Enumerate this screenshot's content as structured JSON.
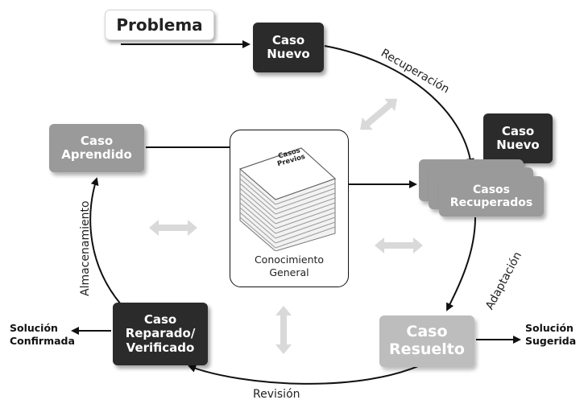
{
  "problem": {
    "label": "Problema"
  },
  "nodes": {
    "new_case_top": "Caso\nNuevo",
    "new_case_right": "Caso\nNuevo",
    "retrieved_cases": "Casos\nRecuperados",
    "solved_case": "Caso\nResuelto",
    "repaired_case": "Caso\nReparado/\nVerificado",
    "learned_case": "Caso\nAprendido"
  },
  "knowledge": {
    "stack_label": "Casos\nPrevios",
    "label": "Conocimiento\nGeneral"
  },
  "edges": {
    "retrieval": "Recuperación",
    "adaptation": "Adaptación",
    "revision": "Revisión",
    "storage": "Almacenamiento"
  },
  "outputs": {
    "suggested_solution": "Solución\nSugerida",
    "confirmed_solution": "Solución\nConfirmada"
  },
  "colors": {
    "dark_node": "#2b2b2b",
    "grey_node": "#9a9a9a",
    "light_node": "#bdbdbd",
    "hint_arrow": "#d9d9d9"
  },
  "icons": {
    "paper_stack": "paper-stack-icon",
    "hint_arrows": "double-headed-arrow"
  }
}
